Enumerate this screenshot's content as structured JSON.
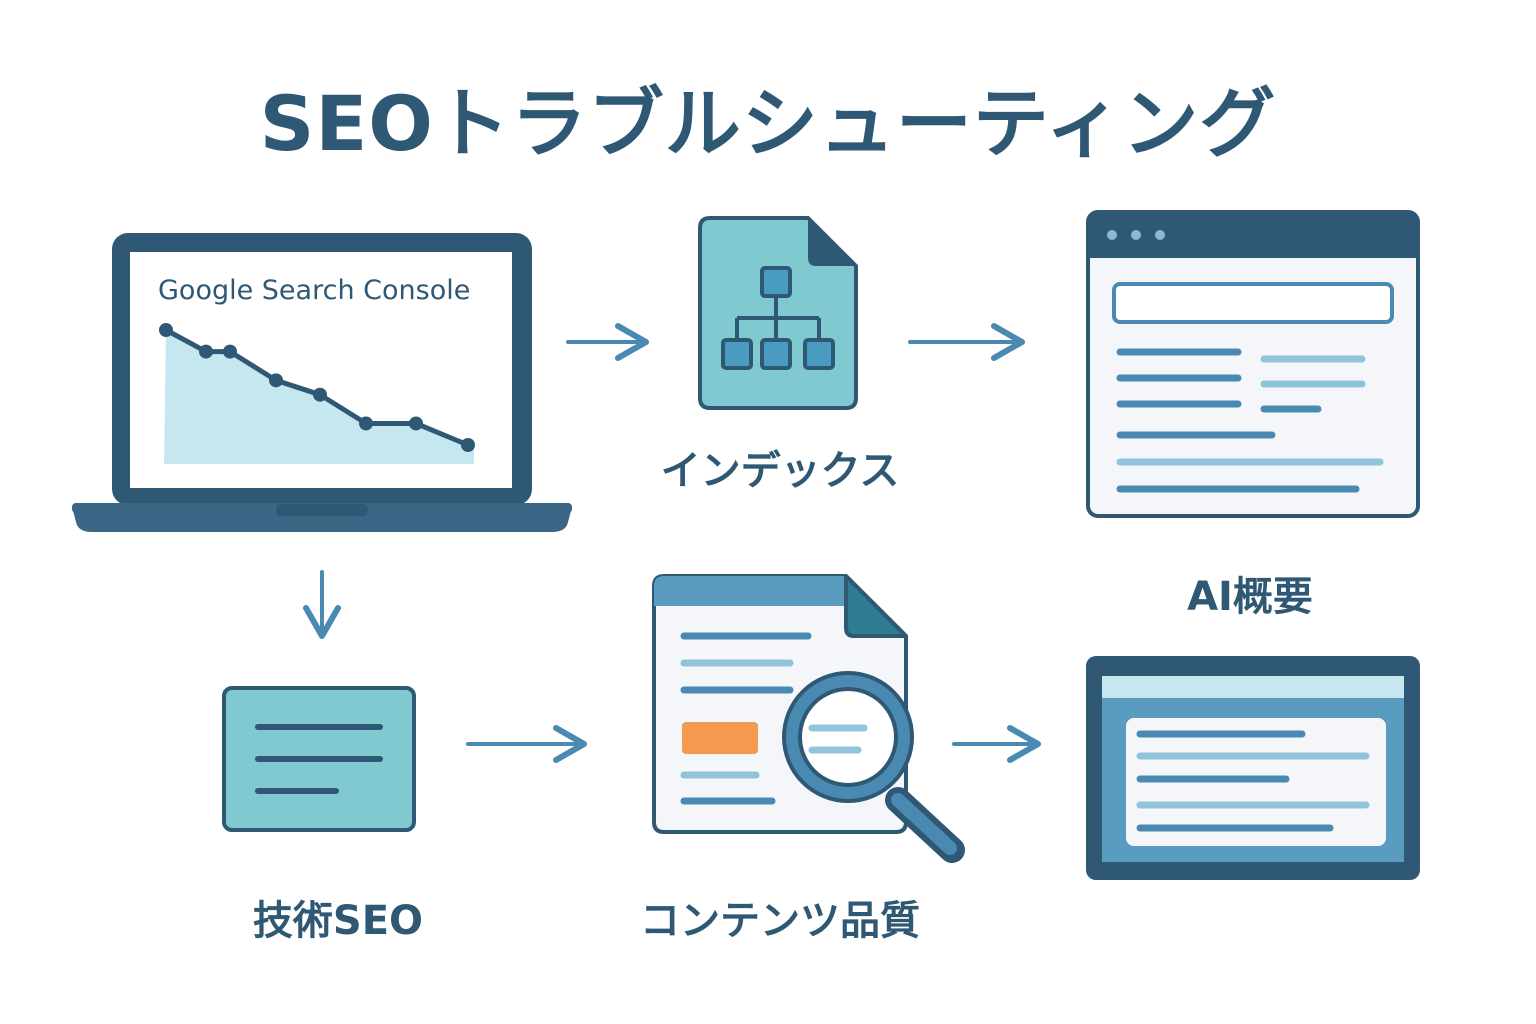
{
  "title": "SEOトラブルシューティング",
  "laptop": {
    "screen_text": "Google Search Console",
    "trend_values": [
      8,
      6.5,
      6.5,
      4.5,
      3.5,
      1.5,
      1.5,
      0
    ]
  },
  "labels": {
    "index": "インデックス",
    "ai_overview": "AI概要",
    "technical_seo": "技術SEO",
    "content_quality": "コンテンツ品質"
  },
  "colors": {
    "dark_blue": "#2f5874",
    "mid_blue": "#4a8ab2",
    "teal": "#80c9d1",
    "light_blue": "#c7e7f0",
    "orange": "#f39a4f",
    "panel_bg": "#f4f6f9"
  }
}
